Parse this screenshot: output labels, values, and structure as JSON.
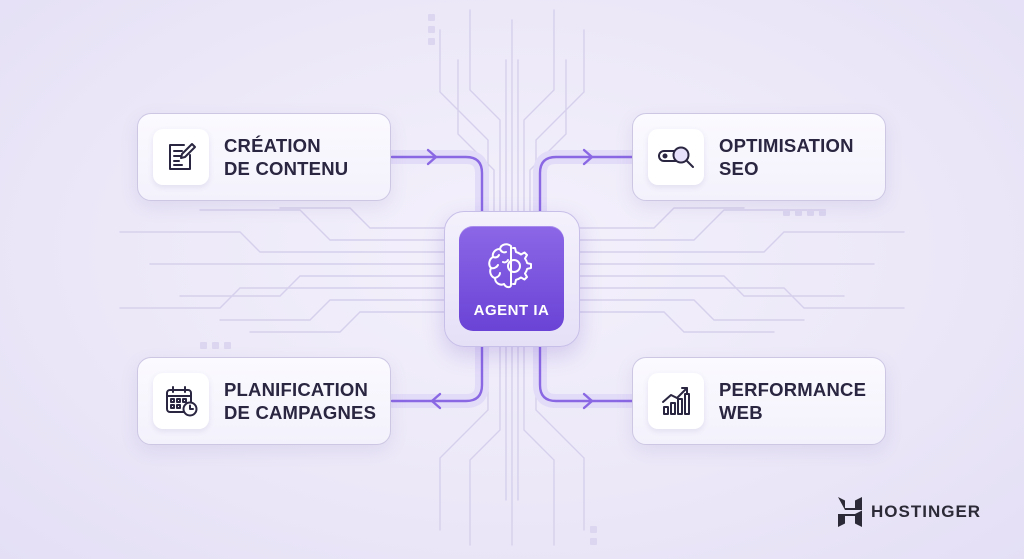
{
  "diagram": {
    "center": {
      "label": "AGENT IA",
      "icon": "brain-gear-icon"
    },
    "nodes": [
      {
        "id": "content",
        "lines": [
          "CRÉATION",
          "DE CONTENU"
        ],
        "icon": "document-pen-icon"
      },
      {
        "id": "seo",
        "lines": [
          "OPTIMISATION",
          "SEO"
        ],
        "icon": "magnifier-icon"
      },
      {
        "id": "campaign",
        "lines": [
          "PLANIFICATION",
          "DE CAMPAGNES"
        ],
        "icon": "calendar-clock-icon"
      },
      {
        "id": "perf",
        "lines": [
          "PERFORMANCE",
          "WEB"
        ],
        "icon": "growth-chart-icon"
      }
    ],
    "edges": [
      {
        "from": "content",
        "to": "center"
      },
      {
        "from": "center",
        "to": "seo"
      },
      {
        "from": "center",
        "to": "campaign"
      },
      {
        "from": "center",
        "to": "perf"
      }
    ]
  },
  "brand": {
    "name": "HOSTINGER",
    "icon": "hostinger-logo-icon"
  },
  "colors": {
    "accent": "#7a55e0",
    "accent_dark": "#6a43d6",
    "text": "#2a2540",
    "circuit": "#d3cdea"
  }
}
